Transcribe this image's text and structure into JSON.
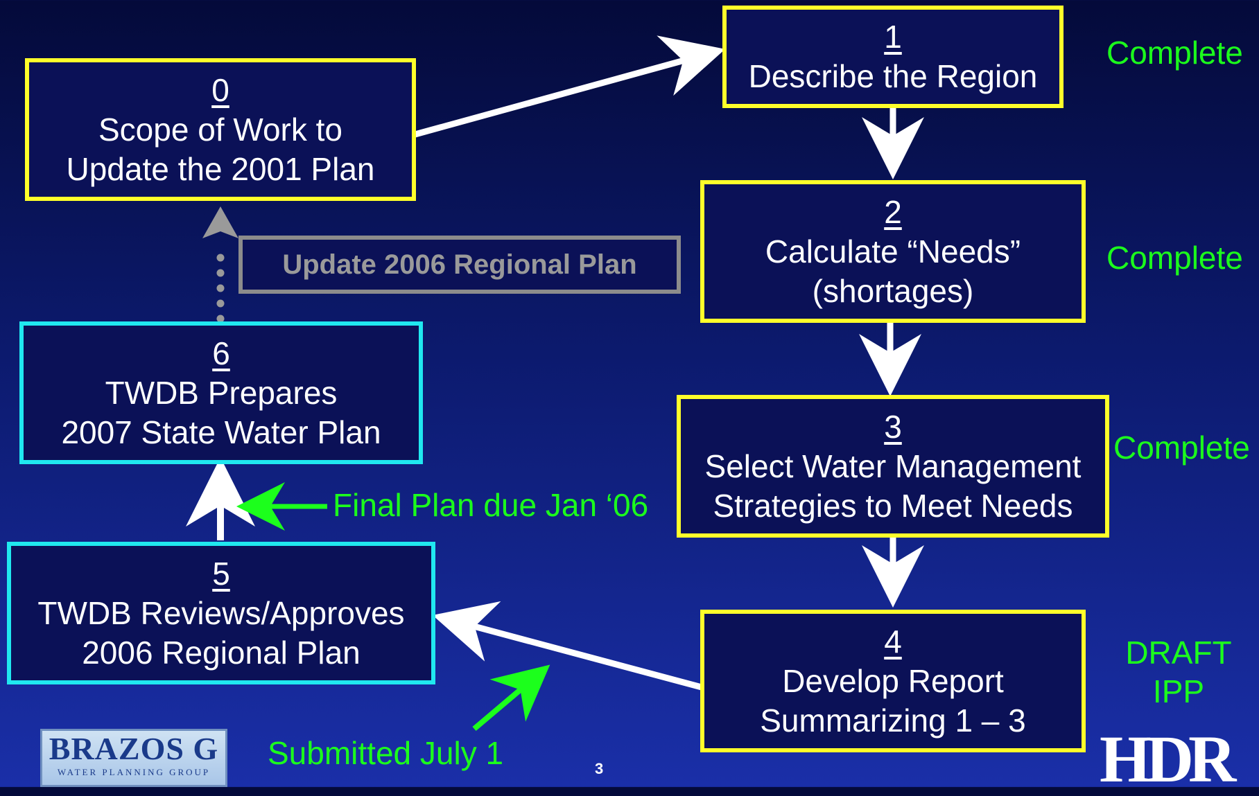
{
  "steps": {
    "s0": {
      "num": "0",
      "line1": "Scope of Work to",
      "line2": "Update the 2001 Plan"
    },
    "s1": {
      "num": "1",
      "line1": "Describe the Region"
    },
    "s2": {
      "num": "2",
      "line1": "Calculate “Needs”",
      "line2": "(shortages)"
    },
    "s3": {
      "num": "3",
      "line1": "Select Water Management",
      "line2": "Strategies to Meet Needs"
    },
    "s4": {
      "num": "4",
      "line1": "Develop Report",
      "line2": "Summarizing 1 – 3"
    },
    "s5": {
      "num": "5",
      "line1": "TWDB Reviews/Approves",
      "line2": "2006 Regional Plan"
    },
    "s6": {
      "num": "6",
      "line1": "TWDB Prepares",
      "line2": "2007 State Water Plan"
    }
  },
  "update_box": {
    "label": "Update 2006 Regional Plan"
  },
  "status": {
    "s1": "Complete",
    "s2": "Complete",
    "s3": "Complete",
    "s4_line1": "DRAFT",
    "s4_line2": "IPP"
  },
  "notes": {
    "final_plan": "Final Plan due Jan ‘06",
    "submitted": "Submitted July 1"
  },
  "page_number": "3",
  "logos": {
    "brazos_main": "BRAZOS G",
    "brazos_sub": "WATER PLANNING GROUP",
    "hdr": "HDR"
  },
  "colors": {
    "step_border": "#ffff2a",
    "twdb_border": "#20e8f0",
    "status_text": "#1cff1c",
    "update_border": "#8c8c8c"
  }
}
